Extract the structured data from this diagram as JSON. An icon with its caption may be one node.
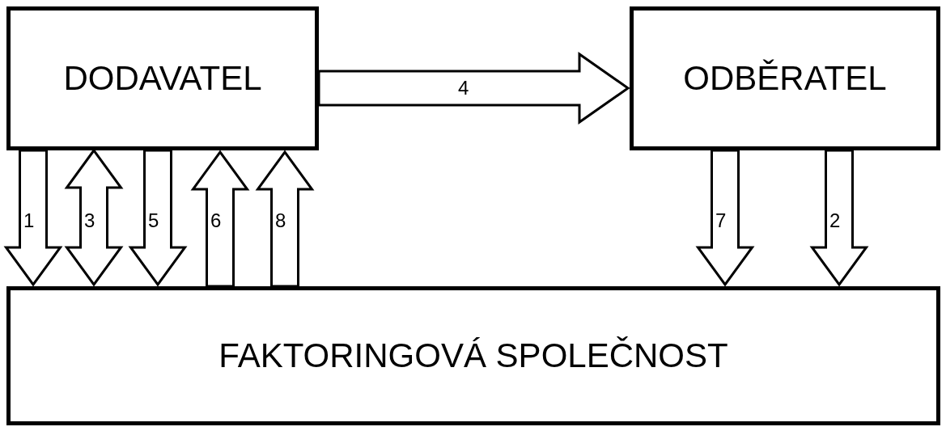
{
  "diagram": {
    "nodes": [
      {
        "text": [
          "DODAVATEL"
        ]
      },
      {
        "text": [
          "ODBĚRATEL"
        ]
      },
      {
        "text": [
          "FAKTORINGOVÁ SPOLEČNOST"
        ]
      }
    ],
    "edges": [
      {
        "from": 0,
        "to": 1,
        "arrow": "to",
        "label": "4"
      },
      {
        "from": 0,
        "to": 2,
        "arrow": "to",
        "label": "1"
      },
      {
        "from": 0,
        "to": 2,
        "arrow": "both",
        "label": "3"
      },
      {
        "from": 0,
        "to": 2,
        "arrow": "to",
        "label": "5"
      },
      {
        "from": 2,
        "to": 0,
        "arrow": "to",
        "label": "6"
      },
      {
        "from": 2,
        "to": 0,
        "arrow": "to",
        "label": "8"
      },
      {
        "from": 1,
        "to": 2,
        "arrow": "to",
        "label": "7"
      },
      {
        "from": 1,
        "to": 2,
        "arrow": "to",
        "label": "2"
      }
    ]
  }
}
